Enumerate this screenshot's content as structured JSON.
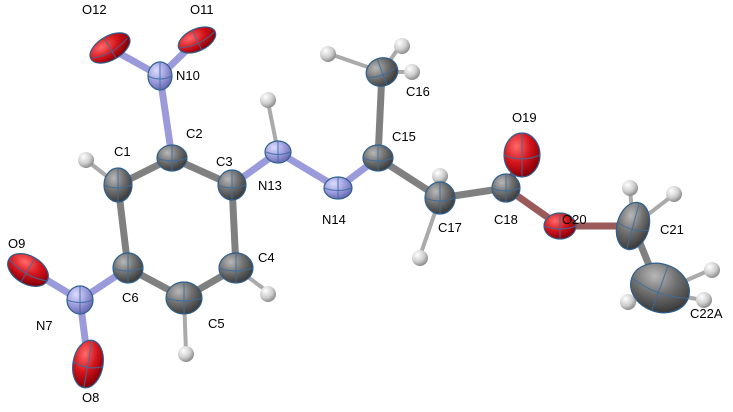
{
  "molecule": {
    "colors": {
      "carbon": "#6f6f6f",
      "carbon_dark": "#4a4a4a",
      "nitrogen": "#9b9bdc",
      "oxygen": "#d8141c",
      "hydrogen": "#cfcfcf",
      "axis": "#3a6ea0",
      "bond_c": "#7a7a7a",
      "bond_n": "#9b9bdc"
    },
    "atoms": [
      {
        "id": "O12",
        "el": "O",
        "label": "O12"
      },
      {
        "id": "O11",
        "el": "O",
        "label": "O11"
      },
      {
        "id": "N10",
        "el": "N",
        "label": "N10"
      },
      {
        "id": "C2",
        "el": "C",
        "label": "C2"
      },
      {
        "id": "C1",
        "el": "C",
        "label": "C1"
      },
      {
        "id": "C3",
        "el": "C",
        "label": "C3"
      },
      {
        "id": "N13",
        "el": "N",
        "label": "N13"
      },
      {
        "id": "N14",
        "el": "N",
        "label": "N14"
      },
      {
        "id": "C15",
        "el": "C",
        "label": "C15"
      },
      {
        "id": "C16",
        "el": "C",
        "label": "C16"
      },
      {
        "id": "C17",
        "el": "C",
        "label": "C17"
      },
      {
        "id": "C18",
        "el": "C",
        "label": "C18"
      },
      {
        "id": "O19",
        "el": "O",
        "label": "O19"
      },
      {
        "id": "O20",
        "el": "O",
        "label": "O20"
      },
      {
        "id": "C21",
        "el": "C",
        "label": "C21"
      },
      {
        "id": "C22A",
        "el": "C",
        "label": "C22A"
      },
      {
        "id": "C4",
        "el": "C",
        "label": "C4"
      },
      {
        "id": "C5",
        "el": "C",
        "label": "C5"
      },
      {
        "id": "C6",
        "el": "C",
        "label": "C6"
      },
      {
        "id": "N7",
        "el": "N",
        "label": "N7"
      },
      {
        "id": "O9",
        "el": "O",
        "label": "O9"
      },
      {
        "id": "O8",
        "el": "O",
        "label": "O8"
      }
    ]
  }
}
